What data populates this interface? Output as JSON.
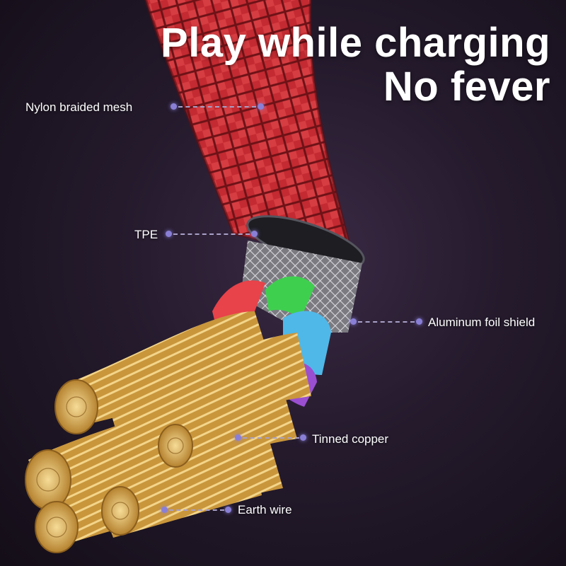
{
  "headline": {
    "line1": "Play while charging",
    "line2": "No fever"
  },
  "callouts": [
    {
      "name": "nylon-braided-mesh",
      "label": "Nylon braided mesh"
    },
    {
      "name": "tpe",
      "label": "TPE"
    },
    {
      "name": "aluminum-foil-shield",
      "label": "Aluminum foil shield"
    },
    {
      "name": "tinned-copper",
      "label": "Tinned copper"
    },
    {
      "name": "earth-wire",
      "label": "Earth wire"
    }
  ],
  "colors": {
    "braid": "#d9343a",
    "braid_dark": "#8f1a20",
    "wire_red": "#e8424a",
    "wire_green": "#3fcf4f",
    "wire_blue": "#4fb8e8",
    "wire_purple": "#9a4fd0",
    "copper": "#e0b35a",
    "callout_dot": "#8a7fd6"
  }
}
